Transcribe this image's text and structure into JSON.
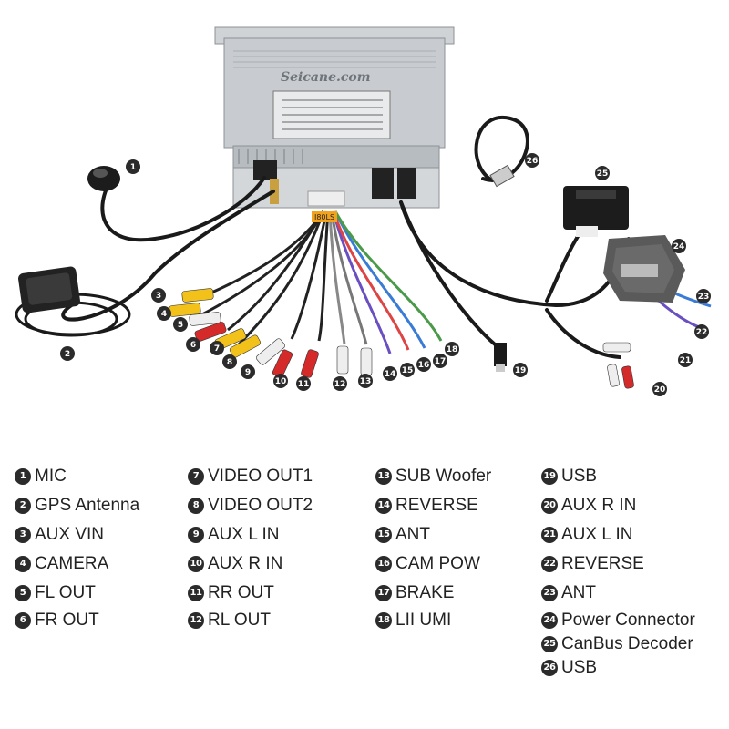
{
  "unit": {
    "brand_watermark": "Seicane.com",
    "harness_tag": "I80LS"
  },
  "connector_labels": [
    "1",
    "2",
    "3",
    "4",
    "5",
    "6",
    "7",
    "8",
    "9",
    "10",
    "11",
    "12",
    "13",
    "14",
    "15",
    "16",
    "17",
    "18",
    "19",
    "20",
    "21",
    "22",
    "23",
    "24",
    "25",
    "26"
  ],
  "legend": [
    {
      "num": "1",
      "label": "MIC"
    },
    {
      "num": "2",
      "label": "GPS Antenna"
    },
    {
      "num": "3",
      "label": "AUX VIN"
    },
    {
      "num": "4",
      "label": "CAMERA"
    },
    {
      "num": "5",
      "label": "FL OUT"
    },
    {
      "num": "6",
      "label": "FR OUT"
    },
    {
      "num": "7",
      "label": "VIDEO OUT1"
    },
    {
      "num": "8",
      "label": "VIDEO OUT2"
    },
    {
      "num": "9",
      "label": "AUX L IN"
    },
    {
      "num": "10",
      "label": "AUX R IN"
    },
    {
      "num": "11",
      "label": "RR OUT"
    },
    {
      "num": "12",
      "label": "RL OUT"
    },
    {
      "num": "13",
      "label": "SUB Woofer"
    },
    {
      "num": "14",
      "label": "REVERSE"
    },
    {
      "num": "15",
      "label": "ANT"
    },
    {
      "num": "16",
      "label": "CAM POW"
    },
    {
      "num": "17",
      "label": "BRAKE"
    },
    {
      "num": "18",
      "label": "LII UMI"
    },
    {
      "num": "19",
      "label": "USB"
    },
    {
      "num": "20",
      "label": "AUX R IN"
    },
    {
      "num": "21",
      "label": "AUX L IN"
    },
    {
      "num": "22",
      "label": "REVERSE"
    },
    {
      "num": "23",
      "label": "ANT"
    },
    {
      "num": "24",
      "label": "Power Connector"
    },
    {
      "num": "25",
      "label": "CanBus Decoder"
    },
    {
      "num": "26",
      "label": "USB"
    }
  ],
  "colors": {
    "badge": "#2b2b2b",
    "rca_yellow": "#f2c21b",
    "rca_red": "#d42a2a",
    "rca_white": "#eeeeee",
    "cable": "#1a1a1a"
  }
}
